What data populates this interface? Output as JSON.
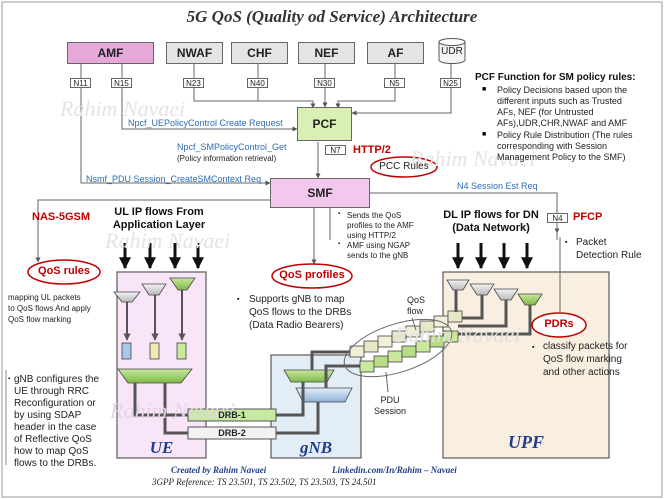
{
  "title": "5G QoS (Quality od Service) Architecture",
  "watermark": "Rahim Navaei",
  "network_functions": {
    "amf": "AMF",
    "nwaf": "NWAF",
    "chf": "CHF",
    "nef": "NEF",
    "af": "AF",
    "udr": "UDR",
    "pcf": "PCF",
    "smf": "SMF"
  },
  "interfaces": {
    "n11": "N11",
    "n15": "N15",
    "n23": "N23",
    "n40": "N40",
    "n30": "N30",
    "n5": "N5",
    "n25": "N25",
    "n7": "N7",
    "n4": "N4"
  },
  "messages": {
    "npcf_ue": "Npcf_UEPolicyControl Create Request",
    "npcf_sm": "Npcf_SMPolicyControl_Get",
    "policy_retrieval": "(Policy information retrieval)",
    "http2": "HTTP/2",
    "pcc_rules": "PCC Rules",
    "nsmf": "Nsmf_PDU Session_CreateSMContext Req",
    "n4_est": "N4 Session Est Req",
    "nas": "NAS-5GSM",
    "pfcp": "PFCP"
  },
  "pcf_function": {
    "heading": "PCF Function for SM policy rules:",
    "bullets": [
      [
        "Policy Decisions based upon the",
        "different inputs such as Trusted",
        "AFs, NEF (for Untrusted",
        "AFs),UDR,CHR,NWAF and AMF"
      ],
      [
        "Policy Rule Distribution (The rules",
        "corresponding with Session",
        "Management Policy to the SMF)"
      ]
    ]
  },
  "smf_notes": [
    "Sends the QoS",
    "profiles to the AMF",
    "using HTTP/2",
    "AMF using NGAP",
    "sends to the gNB"
  ],
  "flows": {
    "ul_title": [
      "UL IP flows From",
      "Application Layer"
    ],
    "dl_title": [
      "DL IP flows for DN",
      "(Data Network)"
    ]
  },
  "ovals": {
    "qos_rules": "QoS rules",
    "qos_profiles": "QoS profiles",
    "pdrs": "PDRs"
  },
  "notes": {
    "qos_rules_desc": [
      "mapping UL packets",
      "to QoS flows And apply",
      "QoS flow  marking"
    ],
    "qos_profiles_desc": [
      "Supports gNB to map",
      "QoS flows to the DRBs",
      "(Data Radio Bearers)"
    ],
    "packet_detection": [
      "Packet",
      "Detection Rule"
    ],
    "pdrs_desc": [
      "classify packets for",
      "QoS flow marking",
      "and other actions"
    ],
    "gnb_config": [
      "gNB configures the",
      "UE through RRC",
      "Reconfiguration or",
      "by using SDAP",
      "header in the case",
      "of Reflective QoS",
      "how to map QoS",
      "flows to the DRBs."
    ],
    "qos_flow": [
      "QoS",
      "flow"
    ],
    "pdu_session": [
      "PDU",
      "Session"
    ]
  },
  "drbs": [
    "DRB-1",
    "DRB-2"
  ],
  "zones": {
    "ue": "UE",
    "gnb": "gNB",
    "upf": "UPF"
  },
  "footer": {
    "author": "Created by Rahim Navaei",
    "linkedin": "Linkedin.com/In/Rahim – Navaei",
    "reference": "3GPP Reference: TS 23.501, TS 23.502, TS 23.503, TS 24.501"
  },
  "colors": {
    "amf": "#e6a8d8",
    "nf_grey": "#e4e4e4",
    "pcf": "#d9f0b4",
    "smf": "#f3c8ee",
    "ue_zone": "#f9e5f8",
    "gnb_zone": "#e3edf6",
    "upf_zone": "#f9efe0",
    "drb1": "#c8eaa0",
    "accent_red": "#c00000",
    "accent_blue": "#2c6bb3",
    "zone_text": "#1f3d8a"
  }
}
